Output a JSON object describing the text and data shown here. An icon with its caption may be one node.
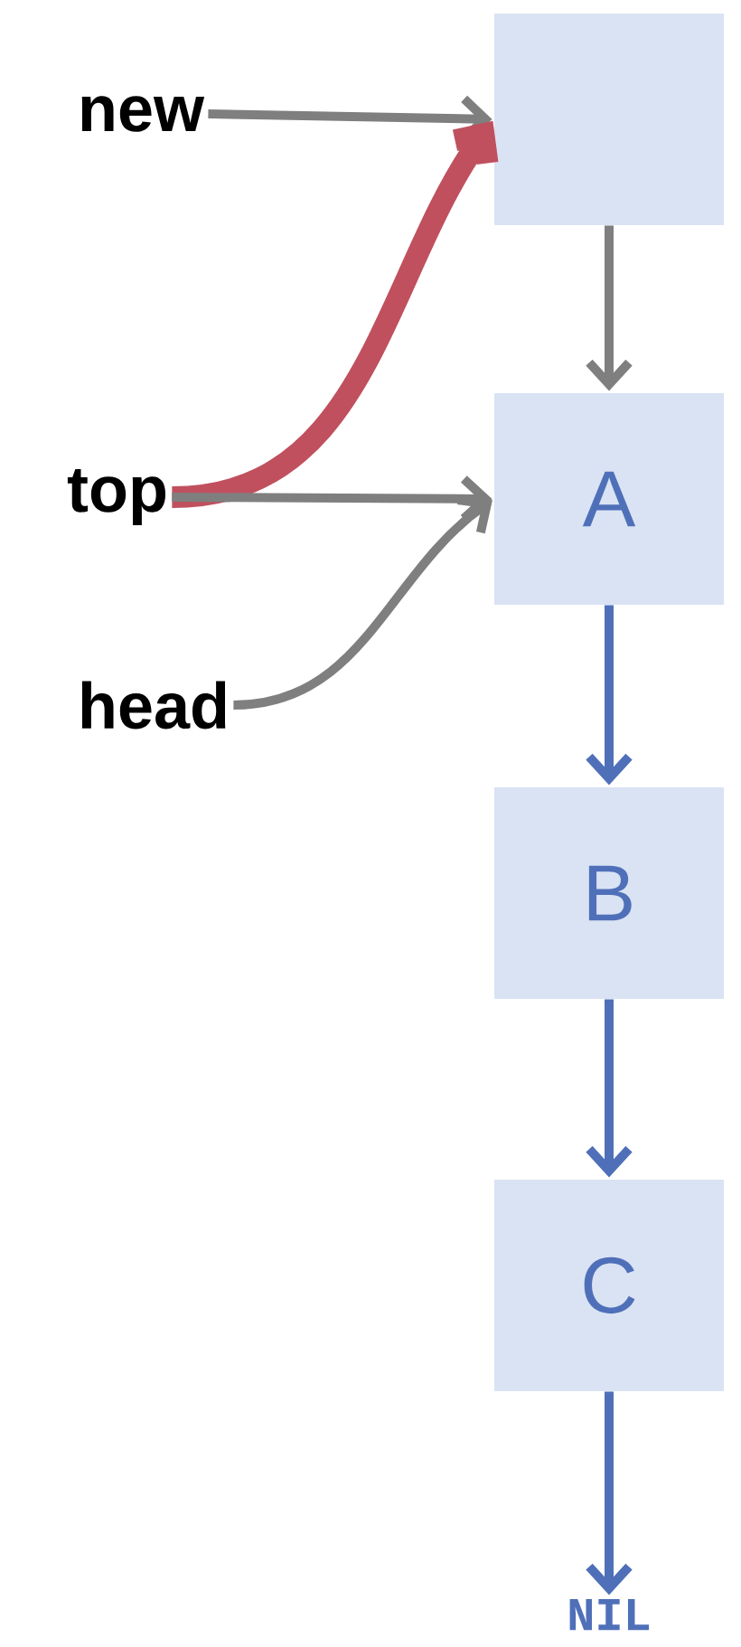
{
  "diagram": {
    "nodes": [
      {
        "text": [
          "new"
        ]
      },
      {
        "text": [],
        "shape": "box"
      },
      {
        "text": [
          "top"
        ]
      },
      {
        "text": [
          "A"
        ]
      },
      {
        "text": [
          "head"
        ]
      },
      {
        "text": [
          "B"
        ]
      },
      {
        "text": [
          "C"
        ]
      },
      {
        "text": [
          "NIL"
        ]
      }
    ],
    "edges": [
      {
        "from": 0,
        "to": 1,
        "arrow": "to"
      },
      {
        "from": 1,
        "to": 3,
        "arrow": "to"
      },
      {
        "from": 2,
        "to": 1,
        "arrow": "to",
        "style": "thick",
        "color": "#c0505e"
      },
      {
        "from": 2,
        "to": 3,
        "arrow": "to"
      },
      {
        "from": 4,
        "to": 3,
        "arrow": "to"
      },
      {
        "from": 3,
        "to": 5,
        "arrow": "to",
        "color": "#4f70b9"
      },
      {
        "from": 5,
        "to": 6,
        "arrow": "to",
        "color": "#4f70b9"
      },
      {
        "from": 6,
        "to": 7,
        "arrow": "to",
        "color": "#4f70b9"
      }
    ]
  }
}
